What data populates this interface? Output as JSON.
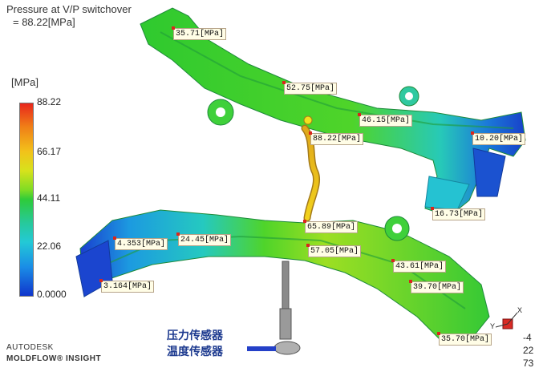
{
  "result_title": {
    "line1": "Pressure at V/P switchover",
    "line2": "= 88.22[MPa]"
  },
  "legend": {
    "unit": "[MPa]",
    "ticks": [
      "88.22",
      "66.17",
      "44.11",
      "22.06",
      "0.0000"
    ],
    "colors": {
      "max": "#e8261c",
      "mid": "#2ecb3a",
      "min": "#1035cc"
    }
  },
  "probes": [
    "35.71[MPa]",
    "52.75[MPa]",
    "46.15[MPa]",
    "88.22[MPa]",
    "10.20[MPa]",
    "16.73[MPa]",
    "65.89[MPa]",
    "4.353[MPa]",
    "24.45[MPa]",
    "57.05[MPa]",
    "43.61[MPa]",
    "3.164[MPa]",
    "39.70[MPa]",
    "35.70[MPa]"
  ],
  "sensors": {
    "pressure": "压力传感器",
    "temperature": "温度传感器"
  },
  "branding": {
    "company": "AUTODESK",
    "product": "MOLDFLOW® INSIGHT"
  },
  "view_axes": {
    "x": "X",
    "y": "Y",
    "values": [
      "-4",
      "22",
      "73"
    ]
  }
}
